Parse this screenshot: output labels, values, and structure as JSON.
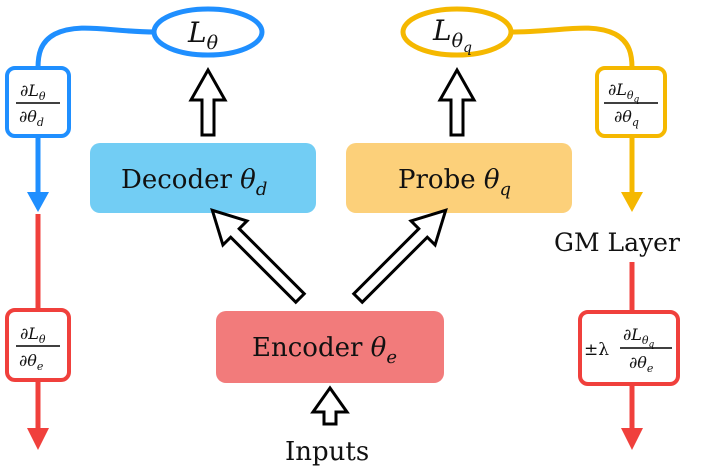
{
  "colors": {
    "blue": "#1f8fff",
    "yellow": "#f5b800",
    "red": "#f0403c",
    "decoder_fill": "#72cdf4",
    "probe_fill": "#fcd07a",
    "encoder_fill": "#f27b7b"
  },
  "losses": {
    "decoder_loss": {
      "base": "L",
      "sub": "θ"
    },
    "probe_loss": {
      "base": "L",
      "sub": "θ",
      "subsub": "q"
    }
  },
  "boxes": {
    "decoder": {
      "text": "Decoder ",
      "param": "θ",
      "sub": "d"
    },
    "probe": {
      "text": "Probe ",
      "param": "θ",
      "sub": "q"
    },
    "encoder": {
      "text": "Encoder ",
      "param": "θ",
      "sub": "e"
    }
  },
  "gradients": {
    "left_top": {
      "num": "∂L",
      "num_sub": "θ",
      "den": "∂θ",
      "den_sub": "d"
    },
    "right_top": {
      "num": "∂L",
      "num_sub": "θ",
      "num_subsub": "q",
      "den": "∂θ",
      "den_sub": "q"
    },
    "left_bottom": {
      "num": "∂L",
      "num_sub": "θ",
      "den": "∂θ",
      "den_sub": "e"
    },
    "right_bottom": {
      "prefix": "±λ",
      "num": "∂L",
      "num_sub": "θ",
      "num_subsub": "q",
      "den": "∂θ",
      "den_sub": "e"
    }
  },
  "gm_layer_label": "GM Layer",
  "inputs_label": "Inputs"
}
